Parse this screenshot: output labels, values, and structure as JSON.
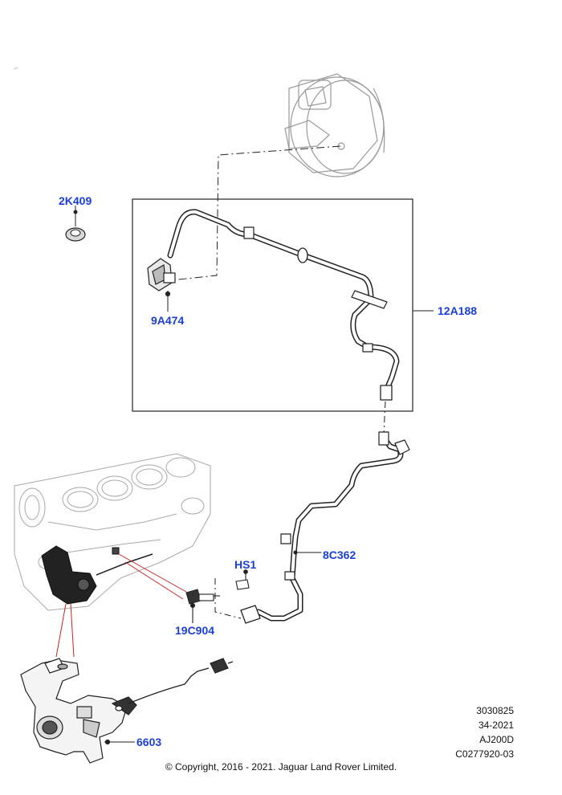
{
  "callouts": {
    "grommet": "2K409",
    "vacuum_hose_assembly": "12A188",
    "connector": "9A474",
    "oil_pump_hose": "8C362",
    "bolt": "HS1",
    "oil_pressure_switch": "19C904",
    "oil_pump": "6603"
  },
  "reference": {
    "line1": "3030825",
    "line2": "34-2021",
    "line3": "AJ200D",
    "line4": "C0277920-03"
  },
  "copyright": "© Copyright, 2016 - 2021. Jaguar Land Rover Limited.",
  "colors": {
    "callout_text": "#1a3fd6",
    "leader_red": "#cc2222",
    "drawing": "#222222"
  }
}
